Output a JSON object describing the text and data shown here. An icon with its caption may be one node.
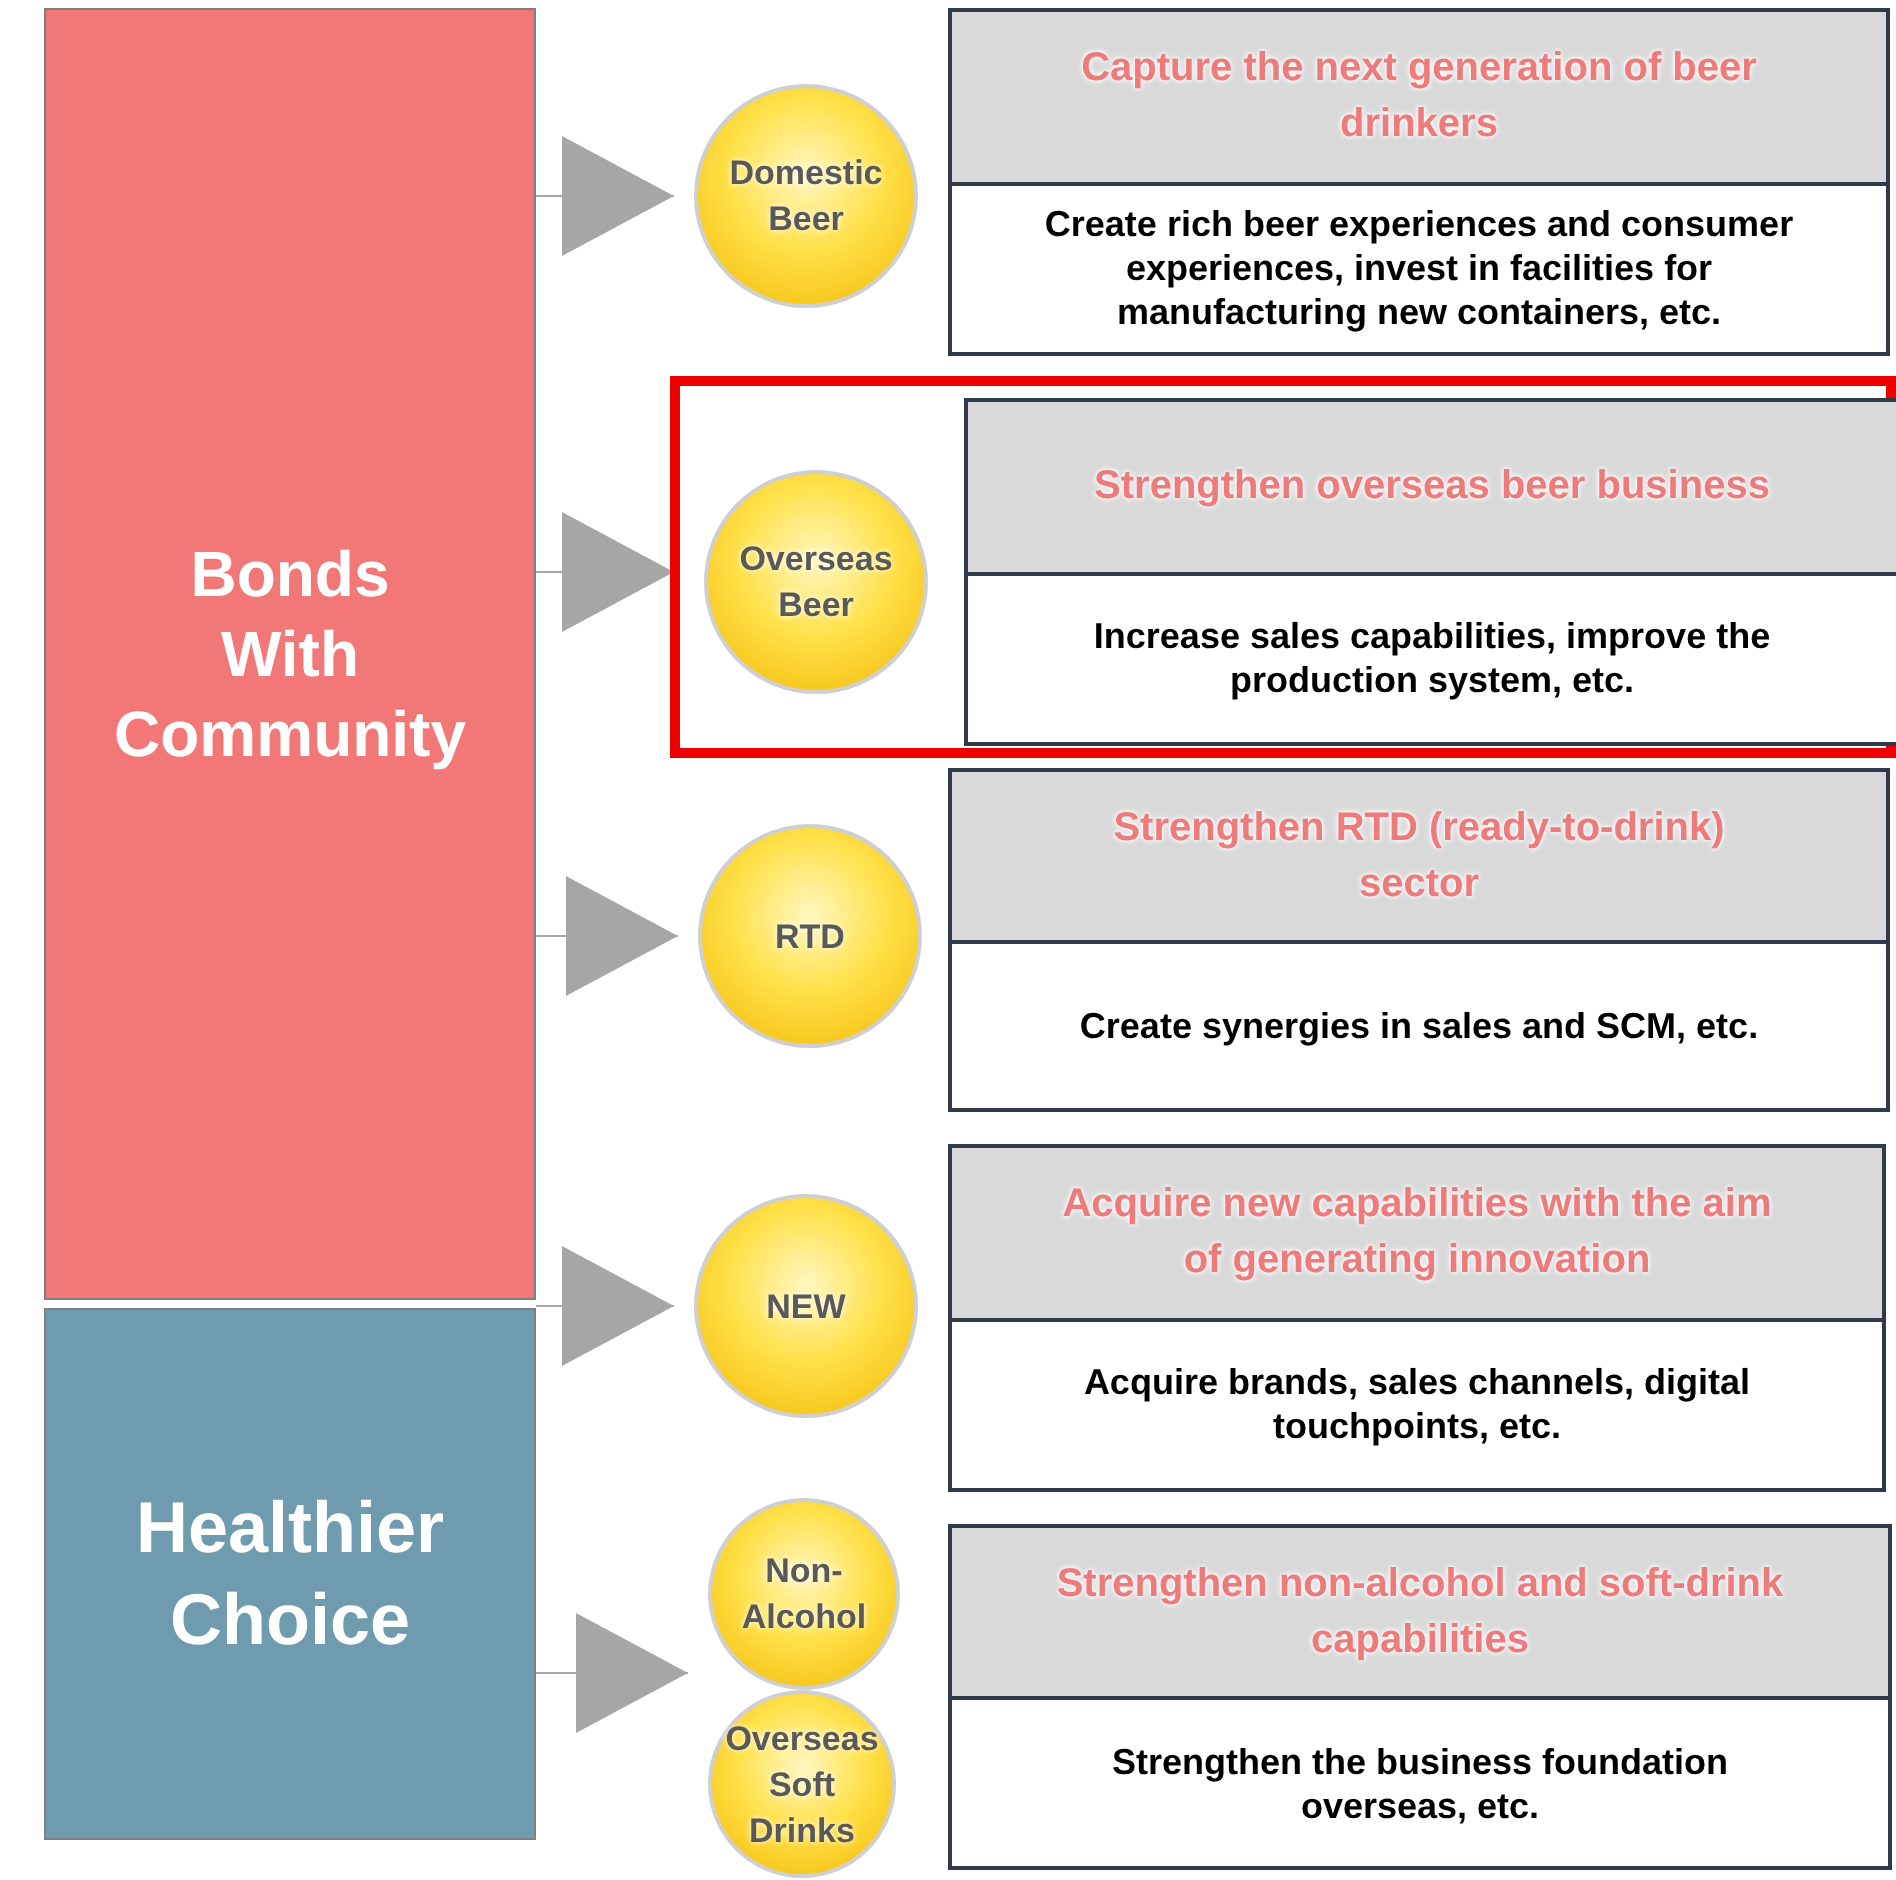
{
  "diagram": {
    "nodes": [
      {
        "text": [
          "Bonds With Community"
        ]
      },
      {
        "text": [
          "Healthier Choice"
        ]
      },
      {
        "text": [
          "Domestic Beer"
        ]
      },
      {
        "text": [
          "Capture the next generation of beer drinkers",
          "Create rich beer experiences and consumer experiences, invest in facilities for manufacturing new containers, etc."
        ]
      },
      {
        "text": [],
        "shape": "box"
      },
      {
        "text": [
          "Overseas Beer"
        ],
        "in": 4
      },
      {
        "text": [
          "Strengthen overseas beer business",
          "Increase sales capabilities, improve the production system, etc."
        ],
        "in": 4
      },
      {
        "text": [
          "RTD"
        ]
      },
      {
        "text": [
          "Strengthen RTD (ready-to-drink) sector",
          "Create synergies in sales and SCM, etc."
        ]
      },
      {
        "text": [
          "NEW"
        ]
      },
      {
        "text": [
          "Acquire new capabilities with the aim of generating innovation",
          "Acquire brands, sales channels, digital touchpoints, etc."
        ]
      },
      {
        "text": [
          "Non-Alcohol"
        ]
      },
      {
        "text": [
          "Overseas Soft Drinks"
        ]
      },
      {
        "text": [
          "Strengthen non-alcohol and soft-drink capabilities",
          "Strengthen the business foundation overseas, etc."
        ]
      }
    ],
    "edges": [
      {
        "from": 0,
        "to": 2,
        "arrow": "to"
      },
      {
        "from": 0,
        "to": 5,
        "arrow": "to"
      },
      {
        "from": 0,
        "to": 7,
        "arrow": "to"
      },
      {
        "from": 0,
        "to": 9,
        "arrow": "to"
      },
      {
        "from": 1,
        "to": 11,
        "arrow": "to"
      },
      {
        "from": 1,
        "to": 12,
        "arrow": "to"
      }
    ]
  }
}
